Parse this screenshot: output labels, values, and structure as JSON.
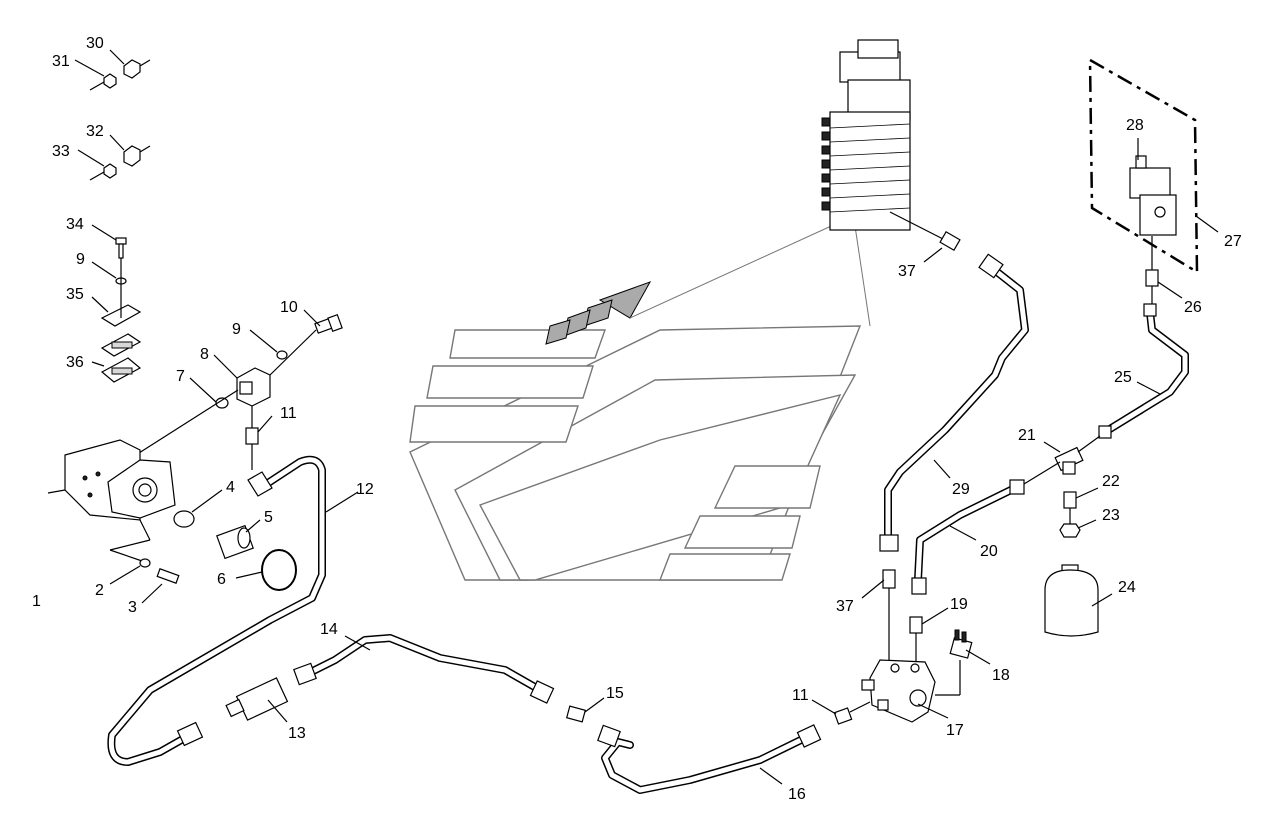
{
  "labels": {
    "p1": "1",
    "p2": "2",
    "p3": "3",
    "p4": "4",
    "p5": "5",
    "p6": "6",
    "p7": "7",
    "p8": "8",
    "p9a": "9",
    "p9b": "9",
    "p10": "10",
    "p11a": "11",
    "p11b": "11",
    "p12": "12",
    "p13": "13",
    "p14": "14",
    "p15": "15",
    "p16": "16",
    "p17": "17",
    "p18": "18",
    "p19": "19",
    "p20": "20",
    "p21": "21",
    "p22": "22",
    "p23": "23",
    "p24": "24",
    "p25": "25",
    "p26": "26",
    "p27": "27",
    "p28": "28",
    "p29": "29",
    "p30": "30",
    "p31": "31",
    "p32": "32",
    "p33": "33",
    "p34": "34",
    "p35": "35",
    "p36": "36",
    "p37a": "37",
    "p37b": "37"
  }
}
